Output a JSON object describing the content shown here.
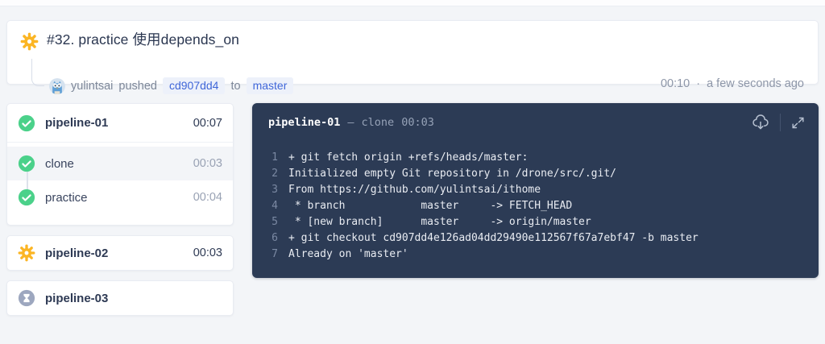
{
  "header": {
    "build_title": "#32. practice 使用depends_on",
    "author": "yulintsai",
    "action": "pushed",
    "commit": "cd907dd4",
    "to_label": "to",
    "branch": "master",
    "duration": "00:10",
    "separator": "·",
    "relative_time": "a few seconds ago",
    "status_icon": "running-gear-icon",
    "avatar_icon": "owl-avatar"
  },
  "sidebar": {
    "pipelines": [
      {
        "label": "pipeline-01",
        "time": "00:07",
        "status": "success",
        "status_icon": "check-circle-icon",
        "steps": [
          {
            "label": "clone",
            "time": "00:03",
            "status": "success",
            "status_icon": "check-circle-icon",
            "selected": true
          },
          {
            "label": "practice",
            "time": "00:04",
            "status": "success",
            "status_icon": "check-circle-icon",
            "selected": false
          }
        ]
      },
      {
        "label": "pipeline-02",
        "time": "00:03",
        "status": "running",
        "status_icon": "running-gear-icon"
      },
      {
        "label": "pipeline-03",
        "time": "",
        "status": "pending",
        "status_icon": "hourglass-circle-icon"
      }
    ]
  },
  "terminal": {
    "pipeline": "pipeline-01",
    "dash": "—",
    "step": "clone",
    "time": "00:03",
    "download_icon": "cloud-download-icon",
    "expand_icon": "expand-icon",
    "lines": [
      {
        "num": "1",
        "text": "+ git fetch origin +refs/heads/master:"
      },
      {
        "num": "2",
        "text": "Initialized empty Git repository in /drone/src/.git/"
      },
      {
        "num": "3",
        "text": "From https://github.com/yulintsai/ithome"
      },
      {
        "num": "4",
        "text": " * branch            master     -> FETCH_HEAD"
      },
      {
        "num": "5",
        "text": " * [new branch]      master     -> origin/master"
      },
      {
        "num": "6",
        "text": "+ git checkout cd907dd4e126ad04dd29490e112567f67a7ebf47 -b master"
      },
      {
        "num": "7",
        "text": "Already on 'master'"
      }
    ]
  },
  "colors": {
    "success_green": "#4bd18a",
    "running_amber": "#fbb524",
    "pending_gray": "#9da7bf",
    "terminal_bg": "#2c3b55",
    "chip_bg": "#edf1fa",
    "chip_text": "#3f66d8",
    "page_bg": "#f3f5f8",
    "dark_text": "#2e3a54",
    "muted_text": "#8d96a8"
  }
}
